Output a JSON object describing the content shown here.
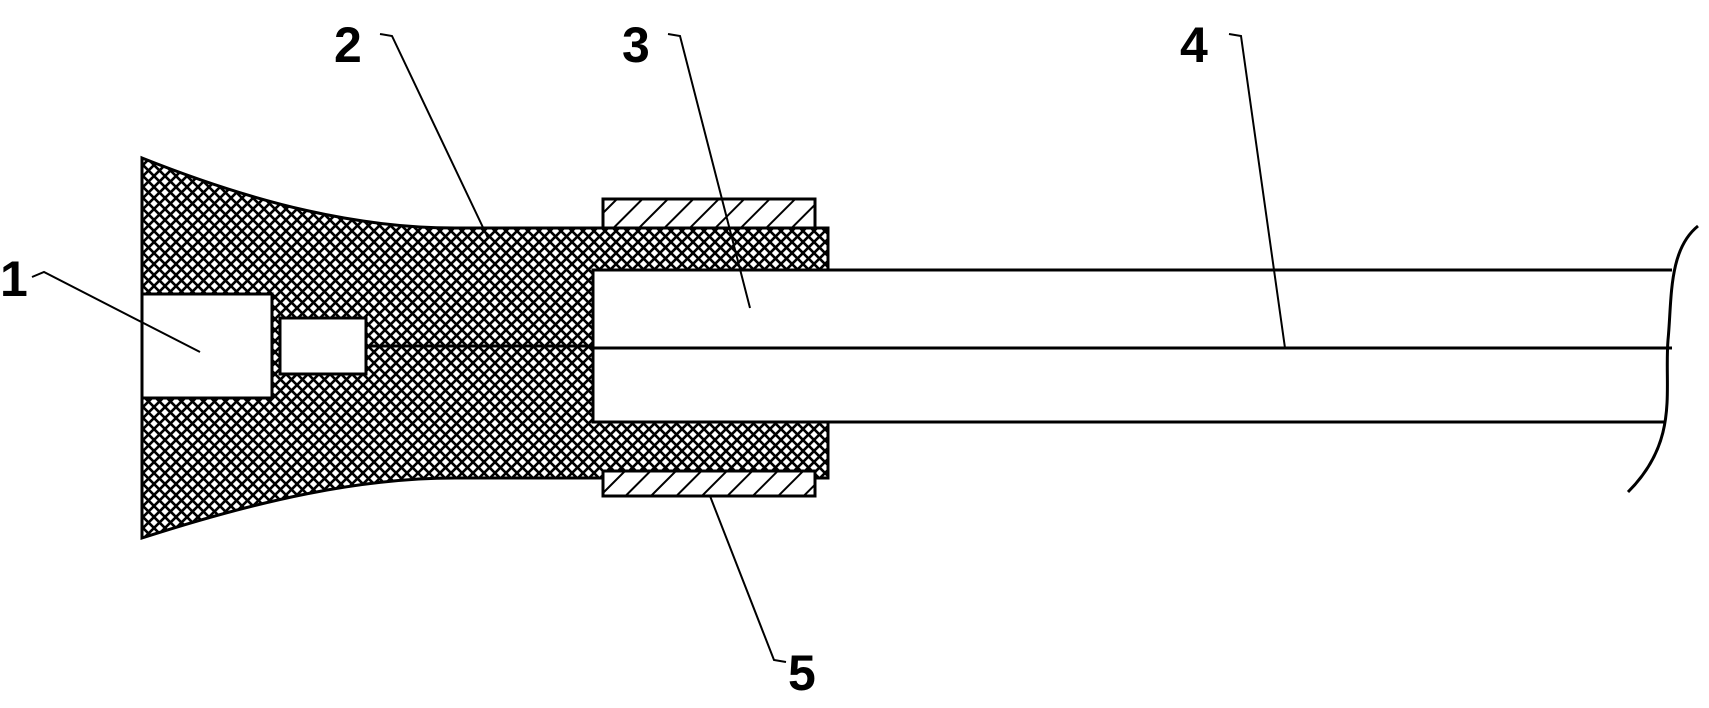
{
  "diagram": {
    "colors": {
      "line": "#000000",
      "background": "#ffffff",
      "fill": "#ffffff"
    },
    "callouts": [
      {
        "id": "1",
        "label": "1"
      },
      {
        "id": "2",
        "label": "2"
      },
      {
        "id": "3",
        "label": "3"
      },
      {
        "id": "4",
        "label": "4"
      },
      {
        "id": "5",
        "label": "5"
      }
    ]
  }
}
